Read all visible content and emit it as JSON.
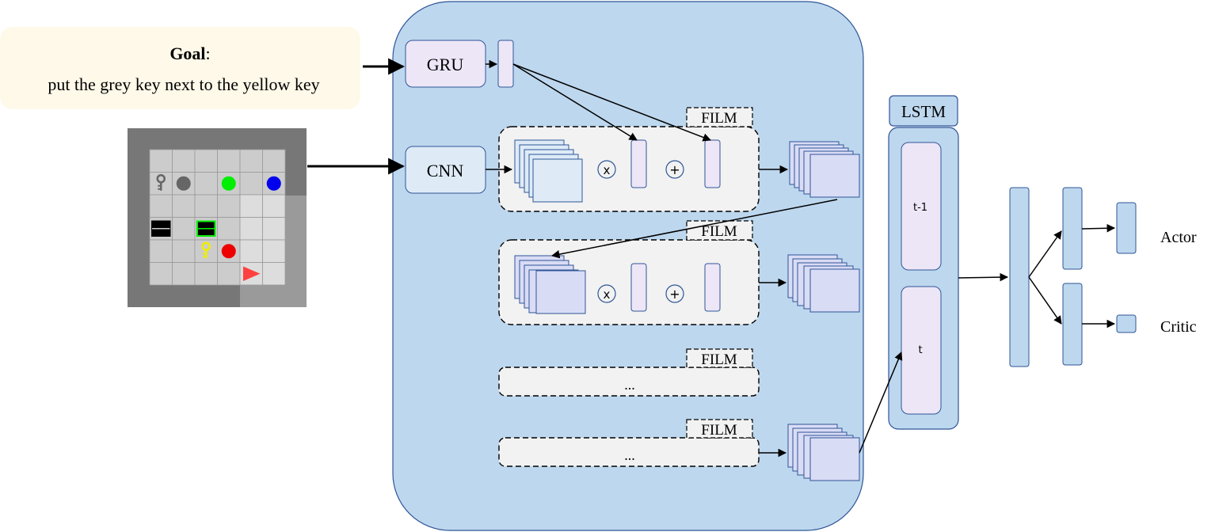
{
  "goal": {
    "label": "Goal",
    "colon": ":",
    "text": "put the grey key next to the yellow key"
  },
  "modules": {
    "gru": "GRU",
    "cnn": "CNN",
    "lstm": "LSTM"
  },
  "film_blocks": [
    {
      "label": "FILM",
      "multiply_op": "x",
      "add_op": "+"
    },
    {
      "label": "FILM",
      "multiply_op": "x",
      "add_op": "+"
    },
    {
      "label": "FILM",
      "placeholder": "..."
    },
    {
      "label": "FILM",
      "placeholder": "..."
    }
  ],
  "lstm_cells": {
    "previous": "t-1",
    "current": "t"
  },
  "heads": {
    "actor": "Actor",
    "critic": "Critic"
  },
  "colors": {
    "main_panel": "#bdd7ee",
    "main_panel_border": "#2f5597",
    "goal_box": "#fef9e9",
    "module_fill": "#deebf7",
    "gru_fill": "#ede6f7",
    "feature_fill": "#d9dcf5",
    "film_box": "#f2f2f2",
    "head_fill": "#bdd7ee",
    "arrow": "#000000"
  },
  "grid_world": {
    "cells": [
      [
        "floor",
        "floor",
        "floor",
        "floor",
        "floor",
        "floor"
      ],
      [
        "grey-key",
        "grey-ball",
        "floor",
        "green-ball",
        "floor",
        "blue-ball"
      ],
      [
        "floor",
        "floor",
        "floor",
        "floor",
        "lit",
        "lit"
      ],
      [
        "black-box",
        "floor",
        "green-box",
        "floor",
        "lit",
        "lit"
      ],
      [
        "floor",
        "floor",
        "yellow-key",
        "red-ball",
        "lit",
        "lit"
      ],
      [
        "floor",
        "floor",
        "floor",
        "floor",
        "agent",
        "lit"
      ]
    ]
  }
}
